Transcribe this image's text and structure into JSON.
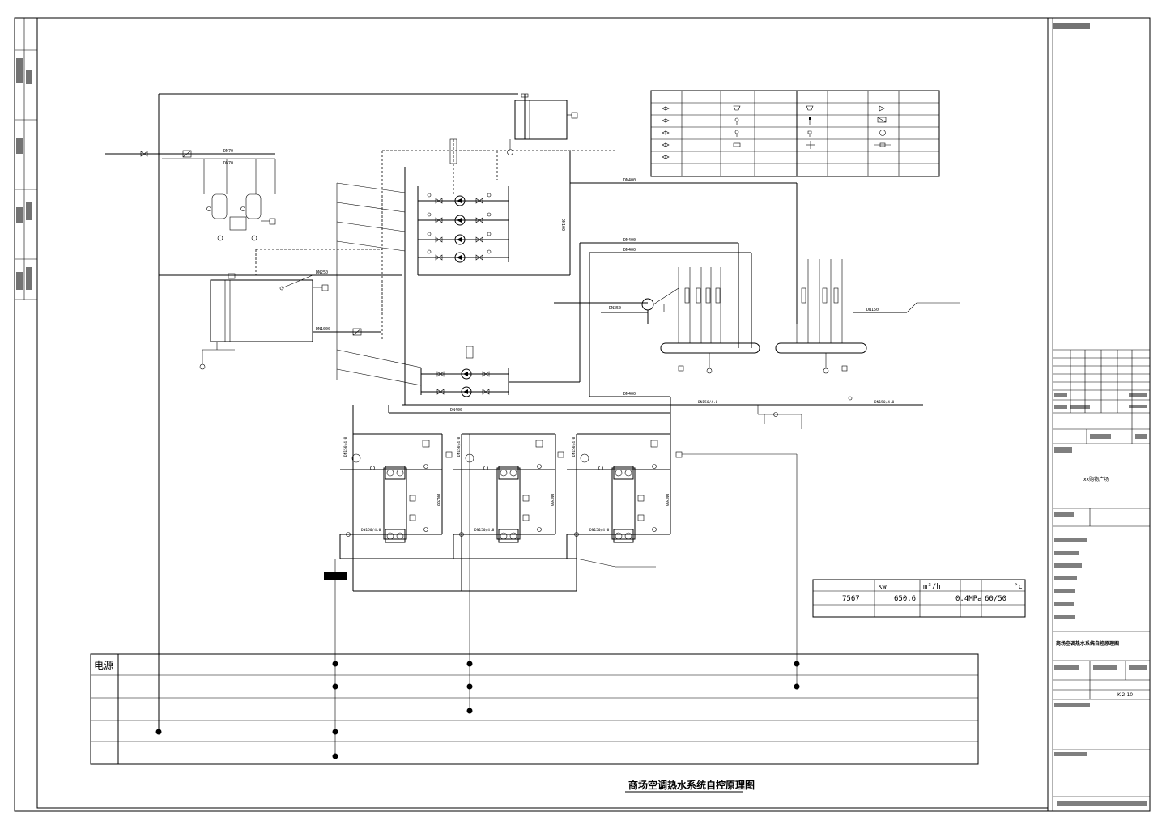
{
  "drawing": {
    "title": "商场空调热水系统自控原理图"
  },
  "pipe_labels": [
    {
      "id": "dn70_a",
      "text": "DN70"
    },
    {
      "id": "dn70_b",
      "text": "DN70"
    },
    {
      "id": "dn400_a",
      "text": "DN400"
    },
    {
      "id": "dn100_a",
      "text": "DN100"
    },
    {
      "id": "dn250_a",
      "text": "DN250"
    },
    {
      "id": "dn400_b",
      "text": "DN400"
    },
    {
      "id": "dn400_c",
      "text": "DN400"
    },
    {
      "id": "dn400_d",
      "text": "DN400"
    },
    {
      "id": "dn1000",
      "text": "DN1000"
    },
    {
      "id": "dn350",
      "text": "DN350"
    },
    {
      "id": "dn200_a",
      "text": "DN200"
    },
    {
      "id": "dn200_b",
      "text": "DN200"
    },
    {
      "id": "dn200_c",
      "text": "DN200"
    },
    {
      "id": "dn150_a",
      "text": "DN150"
    },
    {
      "id": "dn150_b",
      "text": "DN150"
    },
    {
      "id": "dn150_c",
      "text": "DN150"
    }
  ],
  "hx_labels": {
    "hx1": "DN150/4.0",
    "hx2": "DN150/4.0",
    "hx3": "DN150/4.0"
  },
  "params_table": {
    "units": [
      "kw",
      "m³/h",
      "",
      "°c"
    ],
    "values": [
      "7567",
      "650.6",
      "0.4MPa",
      "60/50"
    ]
  },
  "power_bus": {
    "label": "电源"
  },
  "title_block": {
    "project_name": "xx购物广场",
    "drawing_name": "商场空调热水系统自控原理图",
    "drawing_no": "K-2-10"
  }
}
